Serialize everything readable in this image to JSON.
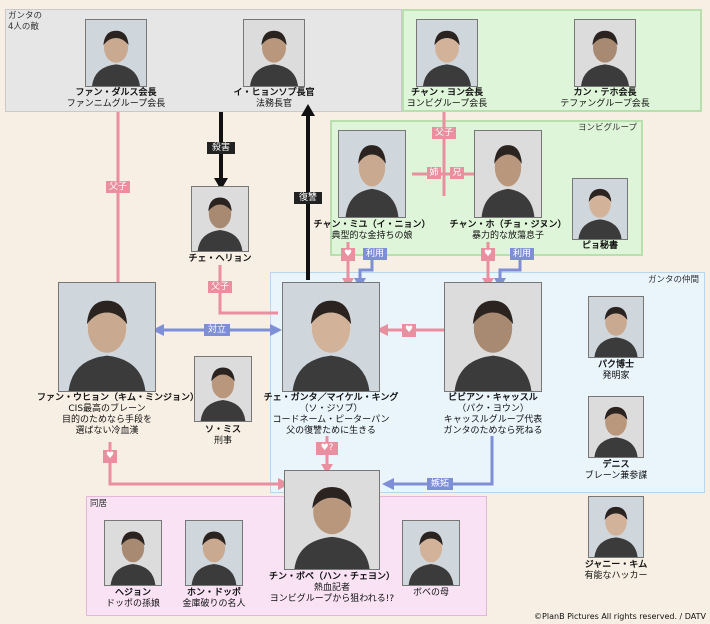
{
  "groups": {
    "enemies_label": "ガンタの\n4人の敵",
    "yongbi_label": "ヨンビグループ",
    "ganta_label": "ガンタの仲間",
    "dokyo_label": "同居"
  },
  "people": {
    "hwang_dals": {
      "name": "ファン・ダルス会長",
      "role": "ファンニムグループ会長"
    },
    "lee_hyeonsop": {
      "name": "イ・ヒョンソプ長官",
      "role": "法務長官"
    },
    "chan_yon": {
      "name": "チャン・ヨン会長",
      "role": "ヨンビグループ会長"
    },
    "kan_teho": {
      "name": "カン・テホ会長",
      "role": "テファングループ会長"
    },
    "chan_miyu": {
      "name": "チャン・ミユ（イ・ニョン）",
      "role": "典型的な金持ちの娘"
    },
    "chan_ho": {
      "name": "チャン・ホ（チョ・ジヌン）",
      "role": "暴力的な放蕩息子"
    },
    "pyo": {
      "name": "ピョ秘書",
      "role": ""
    },
    "che_heryon": {
      "name": "チェ・ヘリョン",
      "role": ""
    },
    "hwang_uhyon": {
      "name": "ファン・ウヒョン（キム・ミンジョン）",
      "role": "CIS最高のブレーン\n目的のためなら手段を\n選ばない冷血漢"
    },
    "so_misu": {
      "name": "ソ・ミス",
      "role": "刑事"
    },
    "che_ganta": {
      "name": "チェ・ガンタ／マイケル・キング",
      "role": "（ソ・ジソプ）\nコードネーム・ピーターパン\n父の復讐ために生きる"
    },
    "vivian": {
      "name": "ビビアン・キャッスル",
      "role": "（パク・ヨウン）\nキャッスルグループ代表\nガンタのためなら死ねる"
    },
    "park": {
      "name": "パク博士",
      "role": "発明家"
    },
    "dennis": {
      "name": "デニス",
      "role": "ブレーン兼参謀"
    },
    "jenny": {
      "name": "ジャニー・キム",
      "role": "有能なハッカー"
    },
    "hejon": {
      "name": "ヘジョン",
      "role": "ドッポの孫娘"
    },
    "hon_doppo": {
      "name": "ホン・ドッポ",
      "role": "金庫破りの名人"
    },
    "chin_bobe": {
      "name": "チン・ボベ（ハン・チェヨン）",
      "role": "熱血記者\nヨンビグループから狙われる!?"
    },
    "bobe_mother": {
      "name": "ボベの母",
      "role": ""
    }
  },
  "relations": {
    "fushi": "父子",
    "ansatsu": "殺害",
    "fukushu": "復讐",
    "ane": "姉",
    "ani": "兄",
    "riyo1": "利用",
    "riyo2": "利用",
    "fushi2": "父子",
    "fushi3": "父子",
    "tairitsu": "対立",
    "heart": "♥",
    "heart_q": "♥?",
    "kansetsu": "嫉妬"
  },
  "copyright": "©PlanB Pictures All rights reserved. / DATV",
  "colors": {
    "pink": "#e98f9f",
    "blue": "#7e8fd6",
    "enemy_bg": "#e6e6e6",
    "yongbi_bg": "#dff5d9",
    "ganta_bg": "#e9f4fb",
    "dokyo_bg": "#f8e2f4"
  }
}
